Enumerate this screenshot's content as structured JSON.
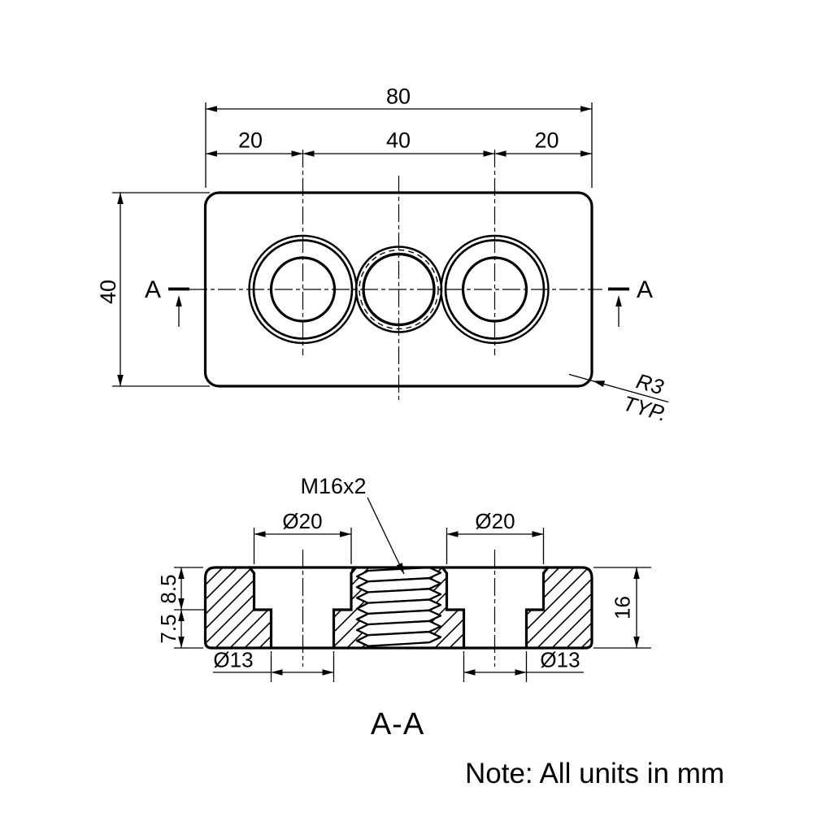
{
  "drawing": {
    "top_view": {
      "dim_width_total": "80",
      "dim_offset_left": "20",
      "dim_hole_spacing": "40",
      "dim_offset_right": "20",
      "dim_height_total": "40",
      "section_letter_left": "A",
      "section_letter_right": "A",
      "corner_radius_label": "R3",
      "corner_radius_typ": "TYP."
    },
    "section_view": {
      "thread_callout": "M16x2",
      "dim_counterbore_left": "Ø20",
      "dim_counterbore_right": "Ø20",
      "dim_counterbore_depth": "8.5",
      "dim_lower_depth": "7.5",
      "dim_thickness": "16",
      "dim_hole_left": "Ø13",
      "dim_hole_right": "Ø13",
      "section_title": "A-A"
    },
    "note": "Note: All units in mm"
  },
  "colors": {
    "line": "#000000",
    "background": "#ffffff"
  }
}
